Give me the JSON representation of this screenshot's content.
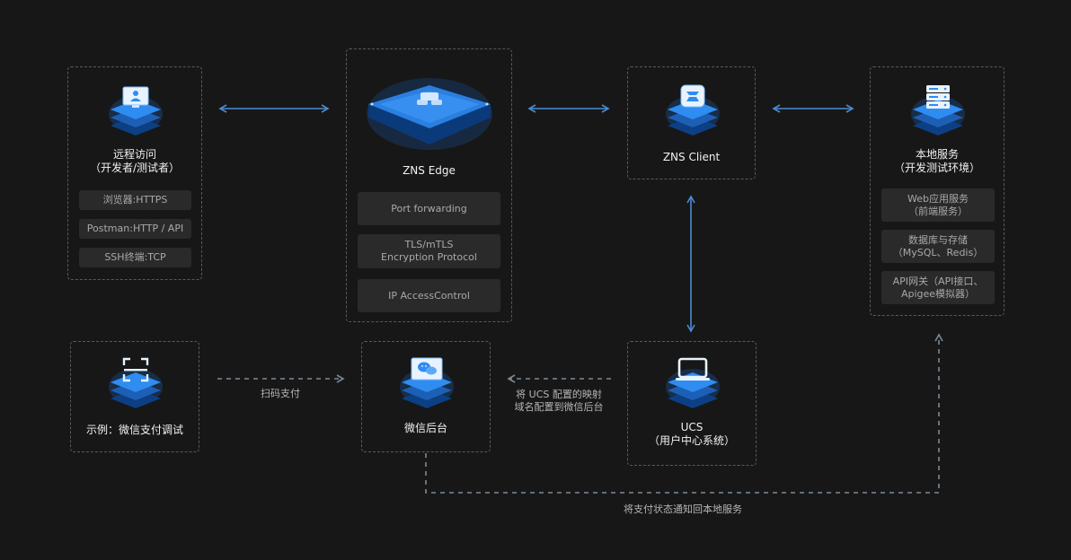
{
  "colors": {
    "background": "#171717",
    "accent": "#3a9be6",
    "arrow": "#4a8ad0",
    "dashed_arrow": "#7b8a98"
  },
  "nodes": {
    "remote": {
      "icon": "monitor-user-icon",
      "title": "远程访问\n（开发者/测试者）",
      "items": [
        "浏览器:HTTPS",
        "Postman:HTTP / API",
        "SSH终端:TCP"
      ]
    },
    "edge": {
      "icon": "zns-platform-icon",
      "title": "ZNS Edge",
      "items": [
        "Port forwarding",
        "TLS/mTLS\nEncryption Protocol",
        "IP AccessControl"
      ]
    },
    "client": {
      "icon": "zns-client-icon",
      "title": "ZNS Client"
    },
    "local": {
      "icon": "server-icon",
      "title": "本地服务\n（开发测试环境）",
      "items": [
        "Web应用服务\n（前端服务）",
        "数据库与存储\n（MySQL、Redis）",
        "API网关（API接口、\nApigee模拟器）"
      ]
    },
    "wechat_debug": {
      "icon": "qr-scan-icon",
      "title": "示例：微信支付调试"
    },
    "wechat_backend": {
      "icon": "wechat-icon",
      "title": "微信后台"
    },
    "ucs": {
      "icon": "laptop-icon",
      "title": "UCS\n（用户中心系统）"
    }
  },
  "edges": {
    "scan_pay": "扫码支付",
    "ucs_mapping": "将 UCS 配置的映射\n域名配置到微信后台",
    "notify": "将支付状态通知回本地服务"
  }
}
